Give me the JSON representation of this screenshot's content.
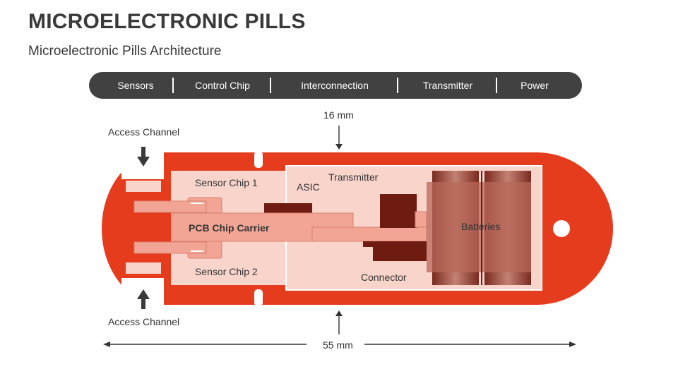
{
  "header": {
    "title": "MICROELECTRONIC PILLS",
    "subtitle": "Microelectronic Pills Architecture"
  },
  "nav": {
    "items": [
      "Sensors",
      "Control Chip",
      "Interconnection",
      "Transmitter",
      "Power"
    ]
  },
  "diagram": {
    "labels": {
      "access_channel_top": "Access Channel",
      "access_channel_bottom": "Access Channel",
      "dimension_top": "16 mm",
      "dimension_bottom": "55 mm",
      "sensor_chip_1": "Sensor Chip 1",
      "sensor_chip_2": "Sensor Chip 2",
      "pcb_chip_carrier": "PCB Chip Carrier",
      "asic": "ASIC",
      "transmitter": "Transmitter",
      "connector": "Connector",
      "batteries": "Batteries"
    }
  },
  "colors": {
    "pill_body": "#e63c1e",
    "panel_light": "#f8d4cb",
    "carrier": "#f2a594",
    "dark_chip": "#6e1c12",
    "battery_dark": "#7a2a1f",
    "nav_bg": "#414141"
  }
}
